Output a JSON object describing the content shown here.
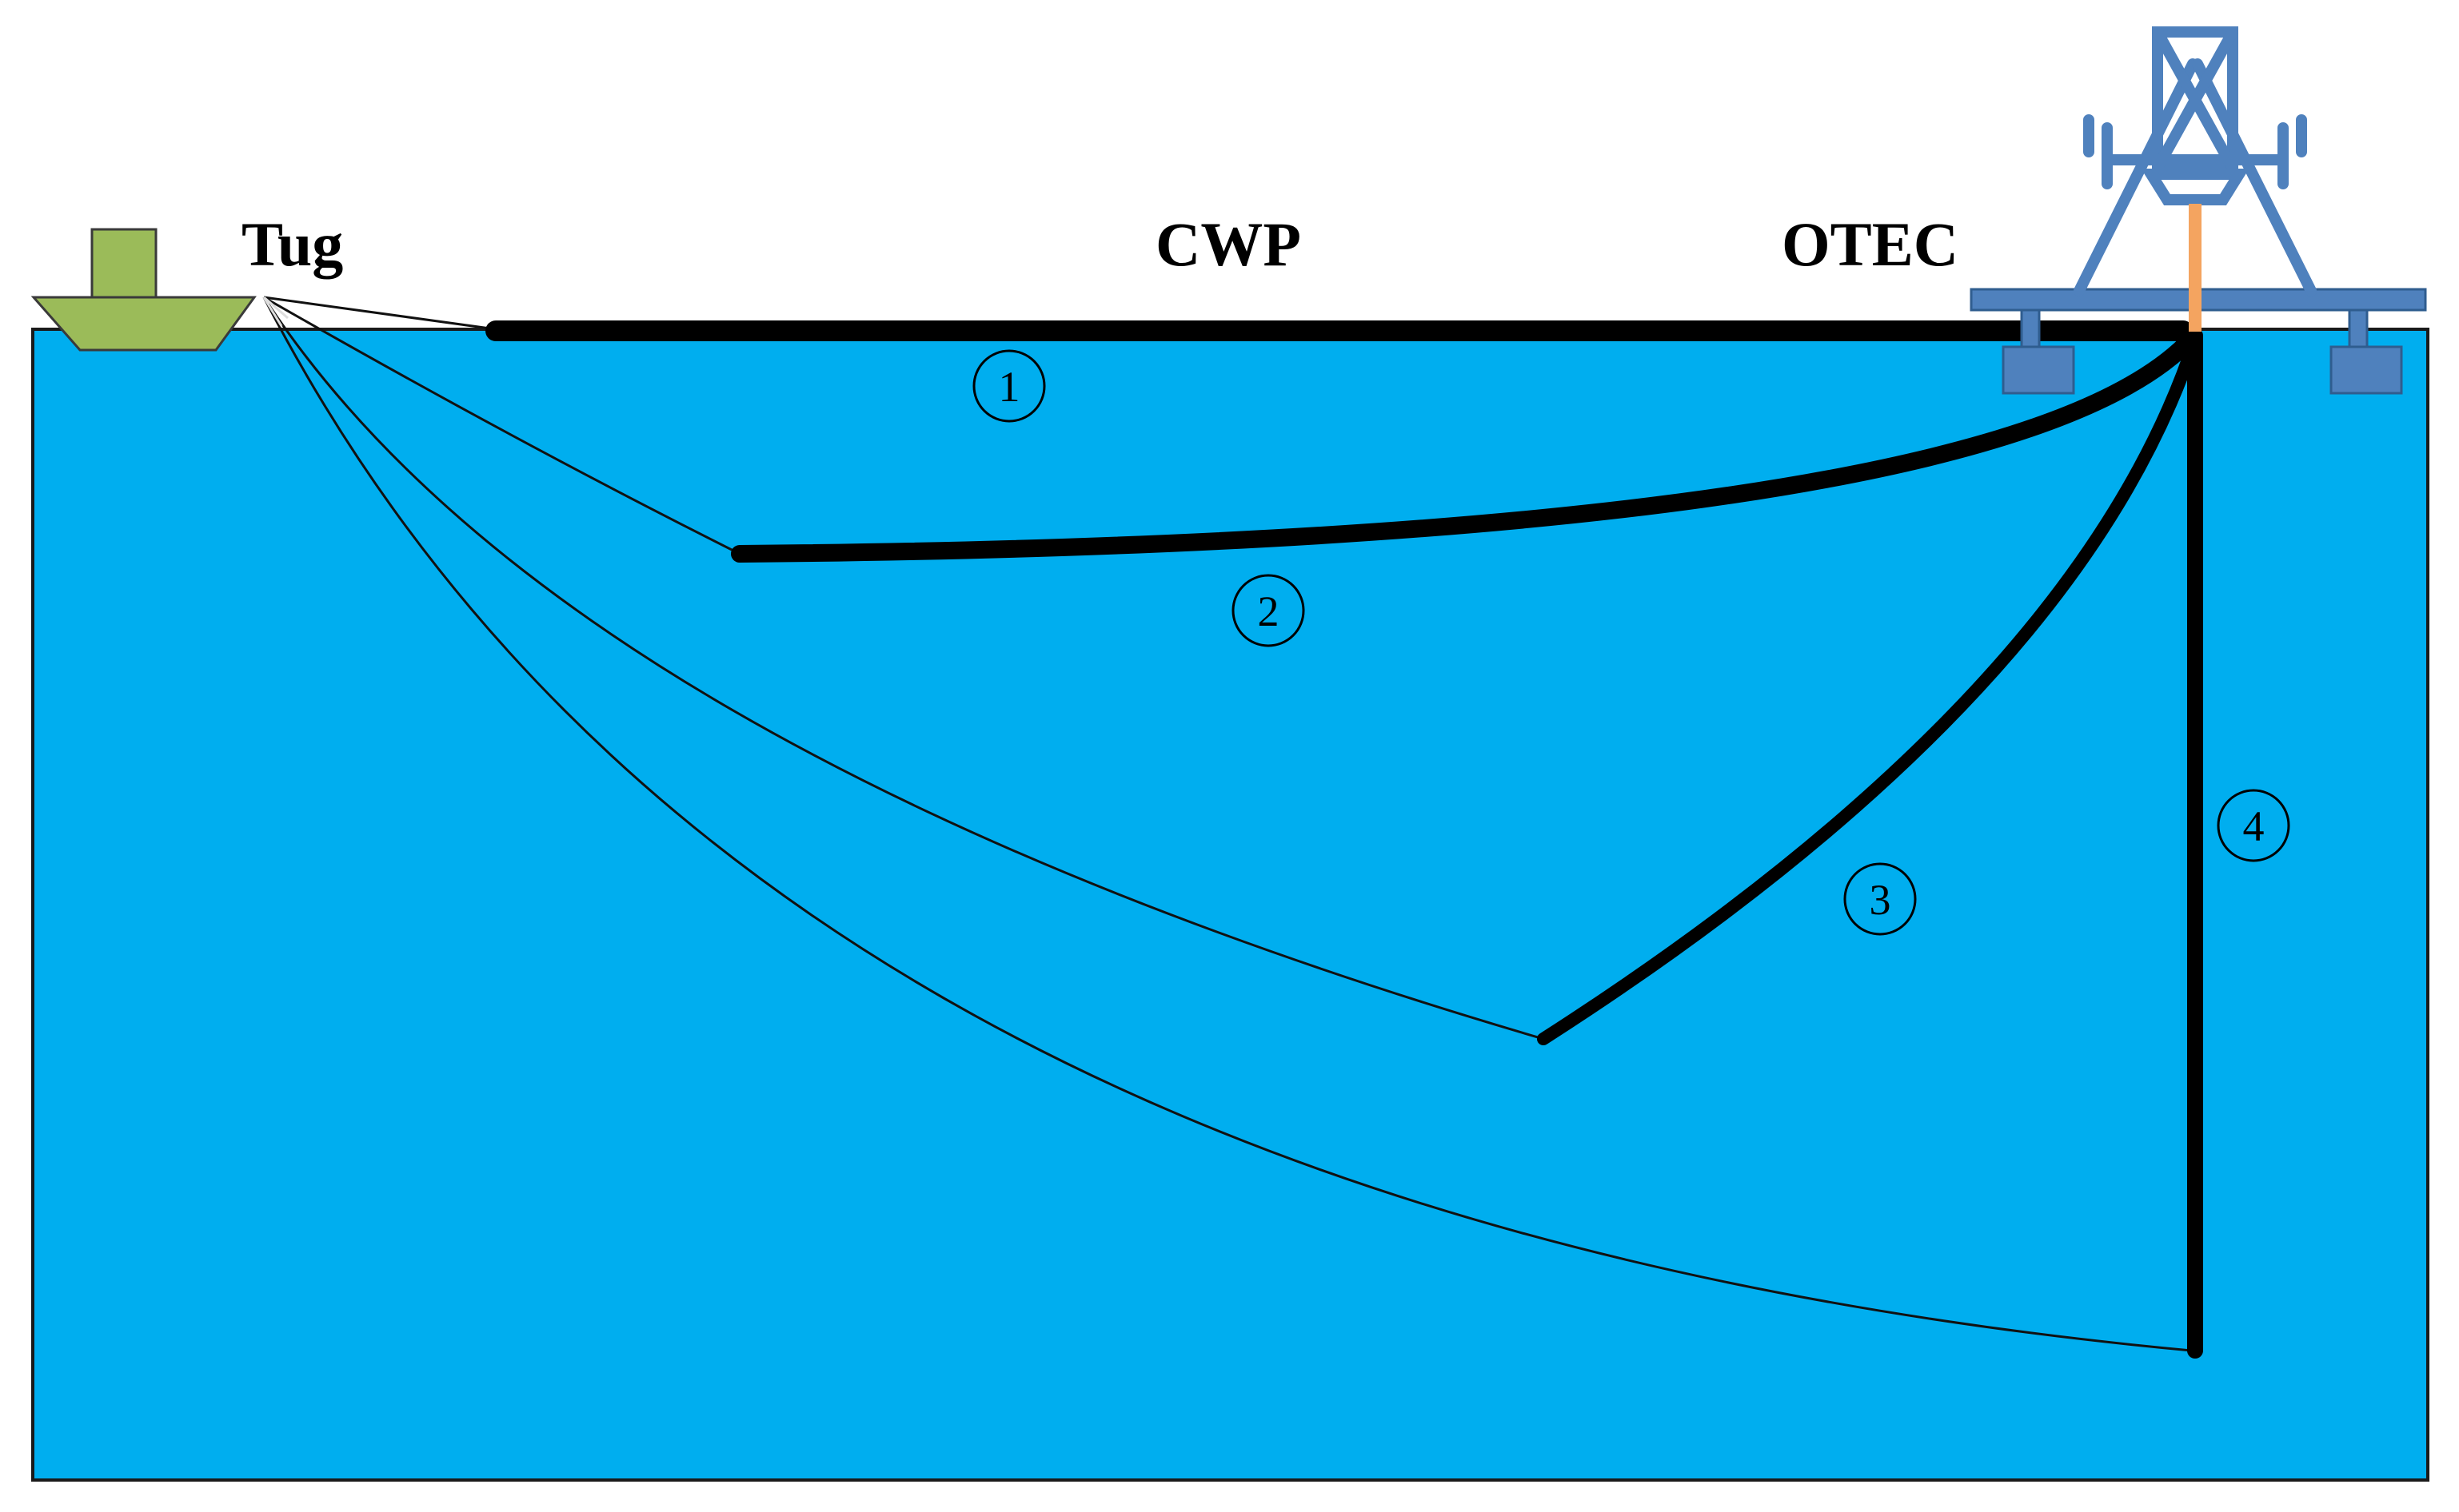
{
  "labels": {
    "tug": "Tug",
    "cwp": "CWP",
    "otec": "OTEC"
  },
  "stages": [
    {
      "number": "1"
    },
    {
      "number": "2"
    },
    {
      "number": "3"
    },
    {
      "number": "4"
    }
  ],
  "colors": {
    "sea": "#00AEEF",
    "tug": "#9BBB59",
    "platform": "#4F81BD",
    "pipe": "#000000",
    "riser": "#F4A460"
  },
  "icons": [
    "tug-boat-icon",
    "otec-platform-icon"
  ]
}
